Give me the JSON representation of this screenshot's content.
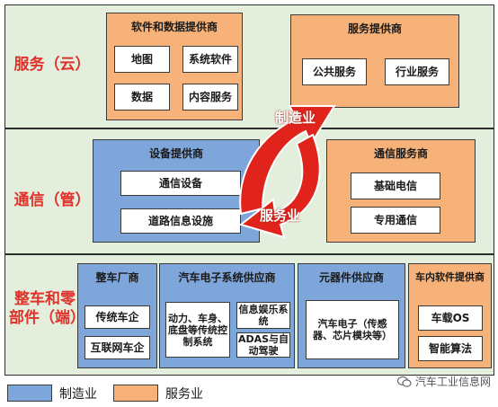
{
  "tiers": {
    "service": "服务（云）",
    "comm": "通信（管）",
    "vehicle": "整车和零部件（端）"
  },
  "service_tier": {
    "software": {
      "title": "软件和数据提供商",
      "items": [
        "地图",
        "系统软件",
        "数据",
        "内容服务"
      ]
    },
    "service_provider": {
      "title": "服务提供商",
      "items": [
        "公共服务",
        "行业服务"
      ]
    }
  },
  "comm_tier": {
    "equipment": {
      "title": "设备提供商",
      "items": [
        "通信设备",
        "道路信息设施"
      ]
    },
    "comm_service": {
      "title": "通信服务商",
      "items": [
        "基础电信",
        "专用通信"
      ]
    }
  },
  "vehicle_tier": {
    "oem": {
      "title": "整车厂商",
      "items": [
        "传统车企",
        "互联网车企"
      ]
    },
    "auto_electronics": {
      "title": "汽车电子系统供应商",
      "items": [
        "动力、车身、底盘等传统控制系统",
        "信息娱乐系统",
        "ADAS与自动驾驶"
      ]
    },
    "components": {
      "title": "元器件供应商",
      "items": [
        "汽车电子（传感器、芯片模块等）"
      ]
    },
    "onboard_software": {
      "title": "车内软件提供商",
      "items": [
        "车载OS",
        "智能算法"
      ]
    }
  },
  "arrows": {
    "manufacturing": "制造业",
    "service": "服务业"
  },
  "legend": {
    "manufacturing": "制造业",
    "service": "服务业"
  },
  "watermark": "汽车工业信息网",
  "colors": {
    "manufacturing": "#7ea6db",
    "service": "#f7b27a",
    "tier_bg": "#e3efdc",
    "arrow": "#e0231b",
    "label": "#e0312b"
  }
}
